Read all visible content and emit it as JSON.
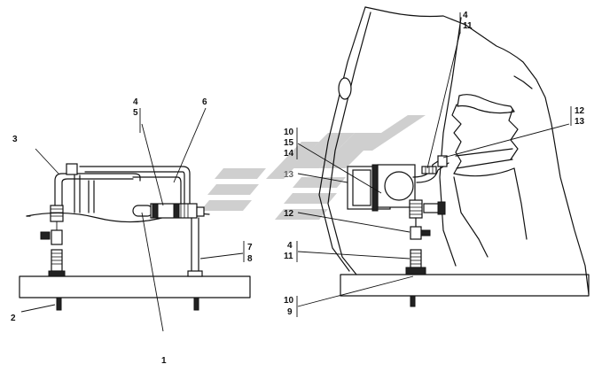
{
  "labels": {
    "left_1": "1",
    "left_2": "2",
    "left_3": "3",
    "left_4": "4",
    "left_5": "5",
    "left_6": "6",
    "left_7": "7",
    "left_8": "8",
    "right_top_4": "4",
    "right_top_11": "11",
    "right_12a": "12",
    "right_13a": "13",
    "right_10a": "10",
    "right_15": "15",
    "right_14": "14",
    "right_13_gray": "13",
    "right_12b": "12",
    "right_4b": "4",
    "right_11b": "11",
    "right_10b": "10",
    "right_9": "9"
  },
  "watermark": {
    "color": "#c9c9c9",
    "icon": "chevron-logo-icon"
  }
}
